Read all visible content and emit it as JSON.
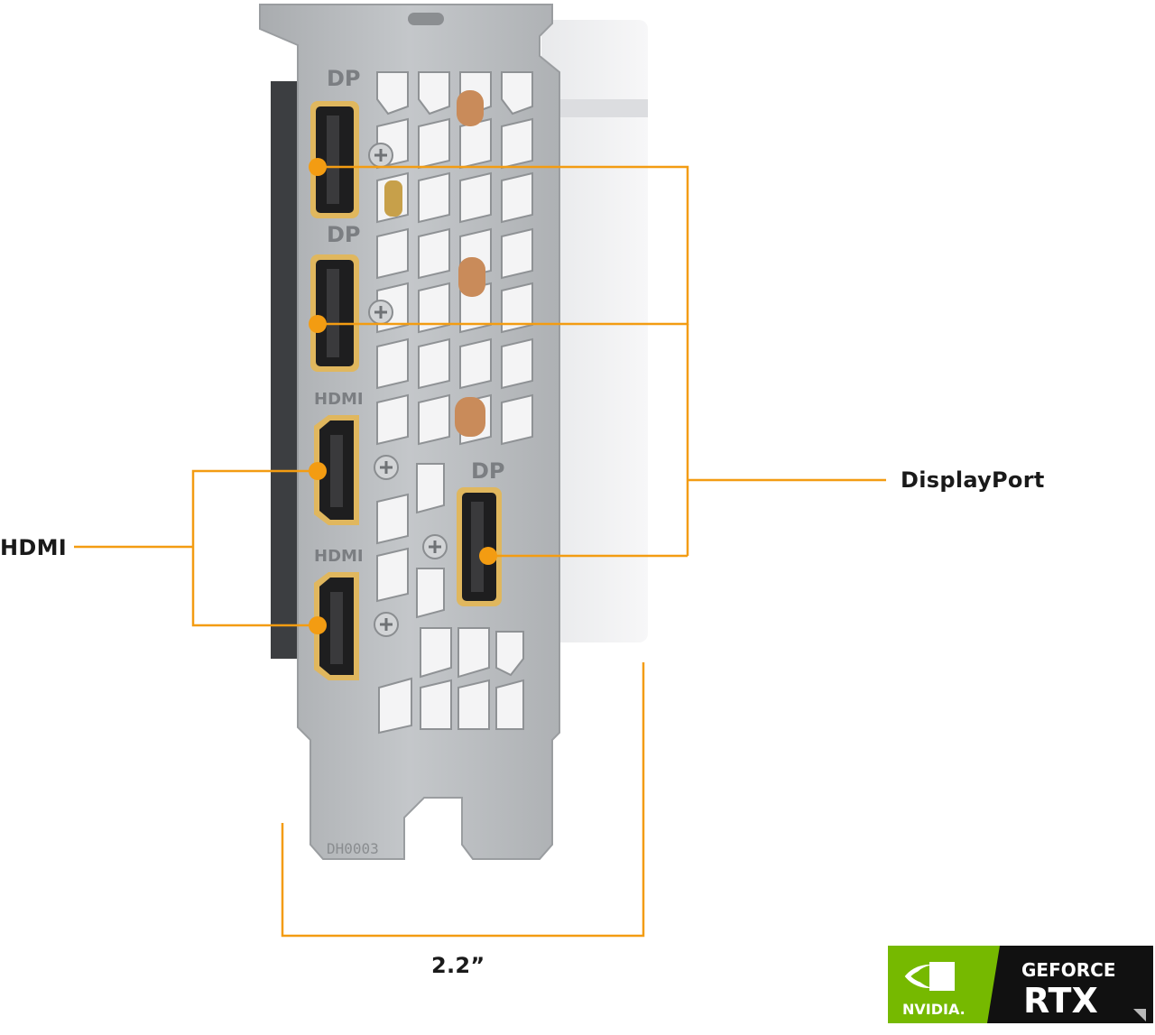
{
  "callouts": {
    "hdmi": "HDMI",
    "displayport": "DisplayPort",
    "width": "2.2”"
  },
  "bracket": {
    "port_labels": [
      "DP",
      "DP",
      "HDMI",
      "HDMI",
      "DP"
    ],
    "stamp": "DH0003"
  },
  "badge": {
    "brand": "NVIDIA.",
    "line1": "GEFORCE",
    "line2": "RTX"
  },
  "colors": {
    "accent_orange": "#f39c12",
    "nvidia_green": "#76b900",
    "bracket_metal": "#b9bcbf",
    "badge_black": "#111111"
  }
}
